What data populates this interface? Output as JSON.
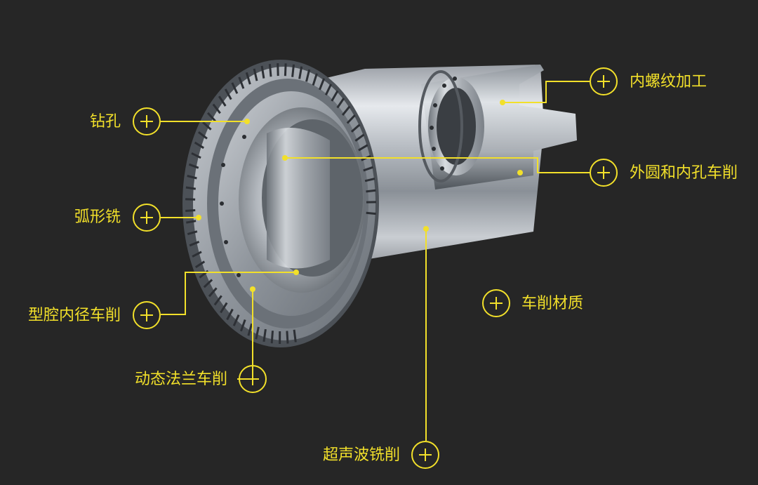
{
  "colors": {
    "background": "#262626",
    "accent": "#f2e02a"
  },
  "icons": {
    "expand": "plus-circle-icon"
  },
  "labels": {
    "drilling": "钻孔",
    "arc_milling": "弧形铣",
    "cavity_bore_turning": "型腔内径车削",
    "dynamic_flange_turning": "动态法兰车削",
    "ultrasonic_milling": "超声波铣削",
    "internal_thread": "内螺纹加工",
    "od_id_turning": "外圆和内孔车削",
    "turning_material": "车削材质"
  }
}
